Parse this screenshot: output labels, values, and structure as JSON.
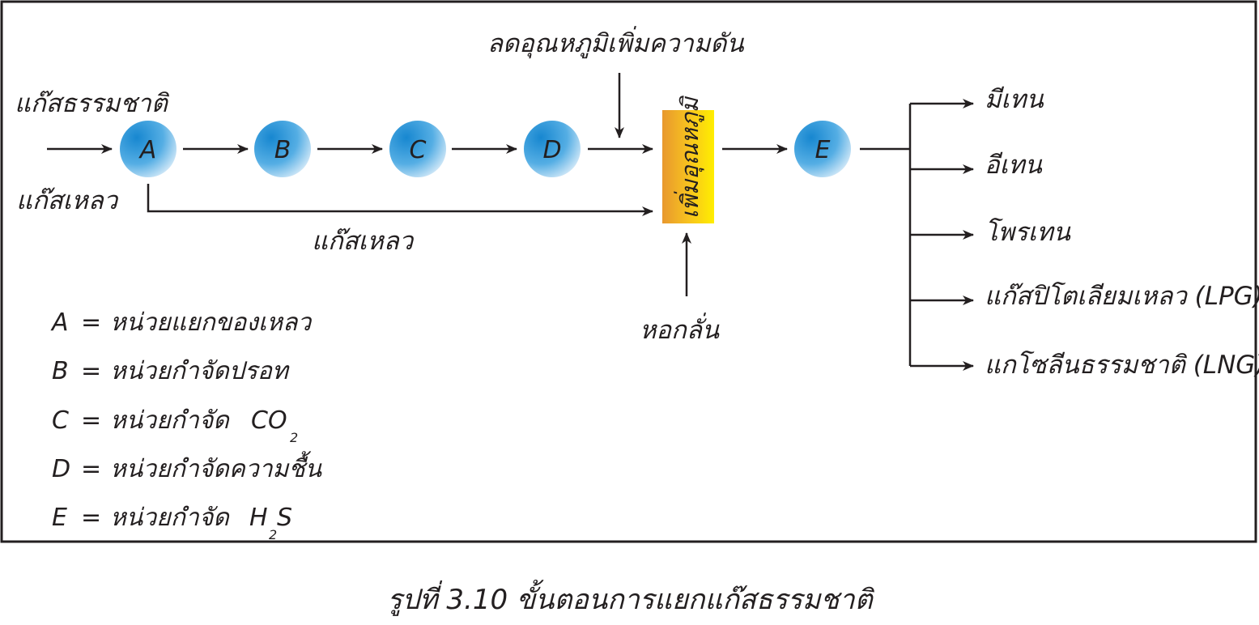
{
  "diagram": {
    "inputs": {
      "natural_gas": "แก๊สธรรมชาติ",
      "liquid_gas": "แก๊สเหลว"
    },
    "bypass_label": "แก๊สเหลว",
    "cooling_label": "ลดอุณหภูมิเพิ่มความดัน",
    "heater_label": "เพิ่มอุณหภูมิ",
    "tower_label": "หอกลั่น",
    "nodes": [
      "A",
      "B",
      "C",
      "D",
      "E"
    ],
    "products": [
      "มีเทน",
      "อีเทน",
      "โพรเทน",
      "แก๊สปิโตเลียมเหลว (LPG)",
      "แกโซลีนธรรมชาติ (LNG)"
    ],
    "legend": [
      {
        "key": "A",
        "eq": "=",
        "text": "หน่วยแยกของเหลว"
      },
      {
        "key": "B",
        "eq": "=",
        "text": "หน่วยกำจัดปรอท"
      },
      {
        "key": "C",
        "eq": "=",
        "text": "หน่วยกำจัด",
        "formula": "CO",
        "subscript": "2",
        "formula_tail": ""
      },
      {
        "key": "D",
        "eq": "=",
        "text": "หน่วยกำจัดความชื้น"
      },
      {
        "key": "E",
        "eq": "=",
        "text": "หน่วยกำจัด",
        "formula": "H",
        "subscript": "2",
        "formula_tail": "S"
      }
    ]
  },
  "caption": "รูปที่ 3.10 ขั้นตอนการแยกแก๊สธรรมชาติ",
  "colors": {
    "node_dark": "#1b8fd4",
    "node_light": "#d9ecf8",
    "heater_orange": "#f2a83a",
    "heater_yellow": "#ffed00",
    "line": "#231f20"
  }
}
